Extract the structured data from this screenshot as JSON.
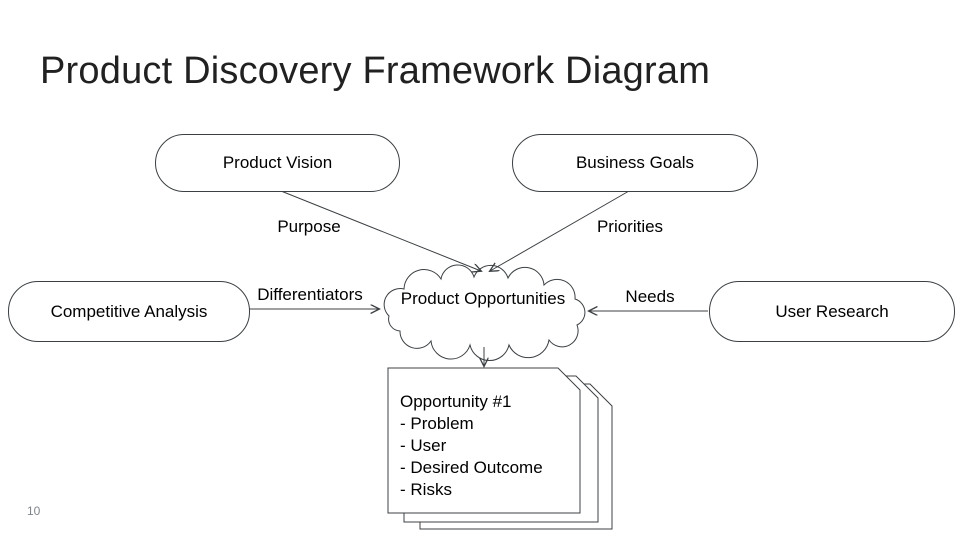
{
  "title": "Product Discovery Framework Diagram",
  "page_number": "10",
  "nodes": {
    "product_vision": "Product Vision",
    "business_goals": "Business Goals",
    "competitive_analysis": "Competitive Analysis",
    "user_research": "User Research",
    "product_opportunities": "Product Opportunities"
  },
  "edge_labels": {
    "purpose": "Purpose",
    "priorities": "Priorities",
    "differentiators": "Differentiators",
    "needs": "Needs"
  },
  "card": {
    "lines": [
      "Opportunity #1",
      "- Problem",
      "- User",
      "- Desired Outcome",
      "- Risks"
    ]
  },
  "colors": {
    "background": "#ffffff",
    "shape_stroke": "#3c4043",
    "text": "#000000",
    "title_text": "#212121",
    "page_number_text": "#80868b"
  }
}
